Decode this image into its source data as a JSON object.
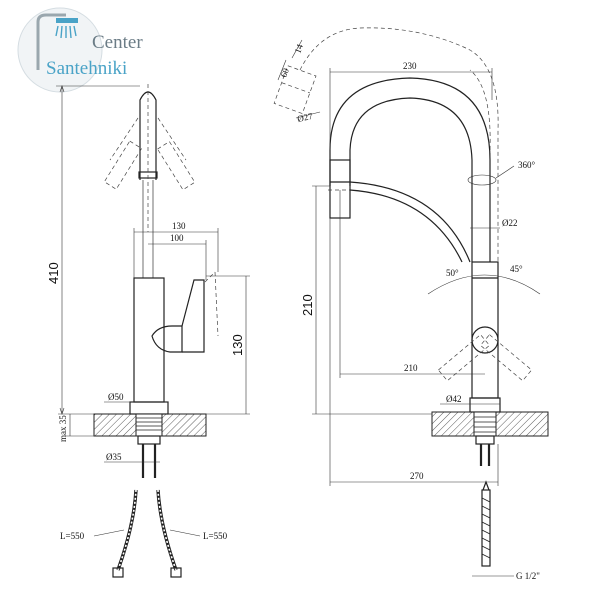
{
  "logo": {
    "line1": "Center",
    "line2": "Santehniki",
    "colors": {
      "primary": "#6b7c86",
      "accent": "#4aa3c7"
    }
  },
  "side_view": {
    "height_total": "410",
    "max_thickness": "max 35",
    "reach_130": "130",
    "reach_100": "100",
    "height_130": "130",
    "base_diameter": "Ø50",
    "shank_diameter": "Ø35",
    "hose_left": "L=550",
    "hose_right": "L=550"
  },
  "front_view": {
    "width_230": "230",
    "spray_60": "60",
    "spray_14": "14",
    "spray_diameter": "Ø27",
    "rotation": "360°",
    "body_diameter": "Ø22",
    "angle_left": "50°",
    "angle_right": "45°",
    "height_210": "210",
    "reach_210": "210",
    "base_diameter": "Ø42",
    "total_width": "270",
    "thread": "G 1/2\""
  }
}
